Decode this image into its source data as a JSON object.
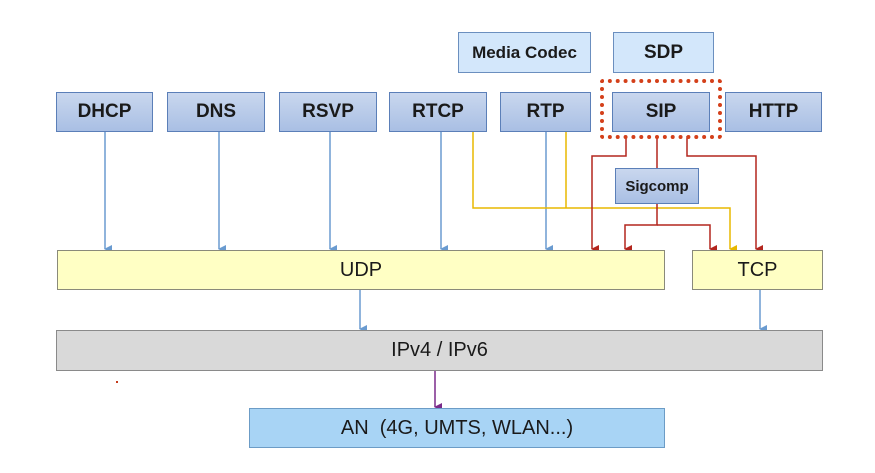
{
  "diagram": {
    "top_row": {
      "media_codec": "Media Codec",
      "sdp": "SDP"
    },
    "protocols": {
      "dhcp": "DHCP",
      "dns": "DNS",
      "rsvp": "RSVP",
      "rtcp": "RTCP",
      "rtp": "RTP",
      "sip": "SIP",
      "http": "HTTP"
    },
    "sigcomp": "Sigcomp",
    "transport": {
      "udp": "UDP",
      "tcp": "TCP"
    },
    "network": "IPv4 / IPv6",
    "access": "AN  (4G, UMTS, WLAN...)",
    "colors": {
      "blue_arrow": "#6a9bd0",
      "red_arrow": "#b3261e",
      "yellow_arrow": "#e8b800",
      "purple_arrow": "#7a2a8a",
      "highlight": "#d4401a"
    }
  }
}
